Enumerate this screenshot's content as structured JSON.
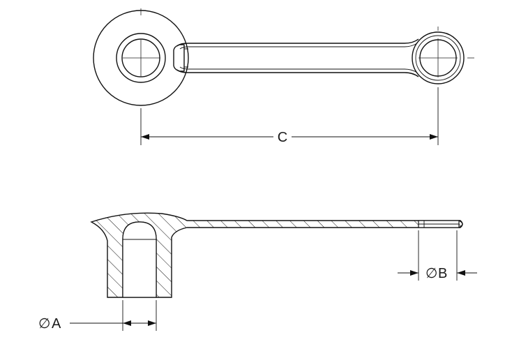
{
  "dimensions": {
    "c_label": "C",
    "b_label": "B",
    "a_label": "A",
    "diameter_symbol": "∅"
  }
}
